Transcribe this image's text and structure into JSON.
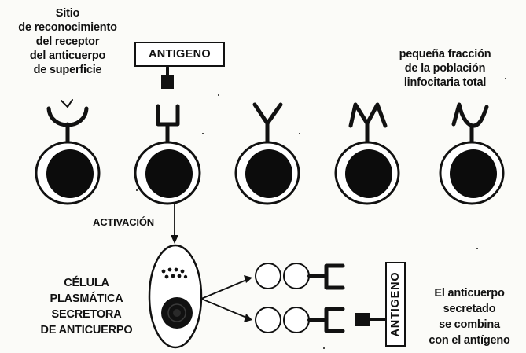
{
  "labels": {
    "receptor_site": [
      "Sitio",
      "de reconocimiento",
      "del receptor",
      "del anticuerpo",
      "de superficie"
    ],
    "antigen_top": "ANTIGENO",
    "fraction": [
      "pequeña fracción",
      "de la población",
      "linfocitaria total"
    ],
    "activation": "ACTIVACIÓN",
    "plasma_cell": [
      "CÉLULA",
      "PLASMÁTICA",
      "SECRETORA",
      "DE ANTICUERPO"
    ],
    "antigen_bottom": "ANTIGENO",
    "secreted": [
      "El anticuerpo",
      "secretado",
      "se combina",
      "con el antígeno"
    ]
  },
  "colors": {
    "ink": "#111111",
    "paper": "#fbfbf8"
  }
}
